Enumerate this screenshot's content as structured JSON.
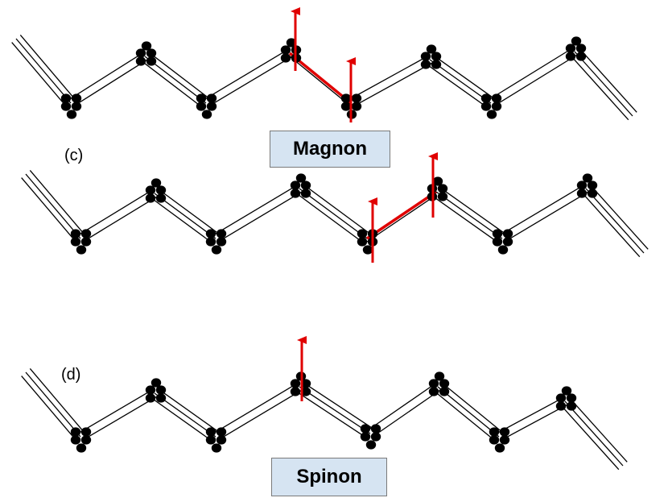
{
  "labels": {
    "panel_c": "(c)",
    "panel_d": "(d)",
    "magnon": "Magnon",
    "spinon": "Spinon"
  },
  "colors": {
    "chain_line": "#000000",
    "atom": "#000000",
    "excitation": "#e00000",
    "tag_fill": "#d6e4f2",
    "tag_border": "#7a7a7a"
  },
  "chains": [
    {
      "id": "chain-top",
      "excitation": "magnon",
      "flipped_bond": [
        3,
        4
      ]
    },
    {
      "id": "chain-middle",
      "excitation": "magnon",
      "flipped_bond": [
        4,
        5
      ]
    },
    {
      "id": "chain-bottom",
      "excitation": "spinon",
      "spin_site": 3
    }
  ]
}
